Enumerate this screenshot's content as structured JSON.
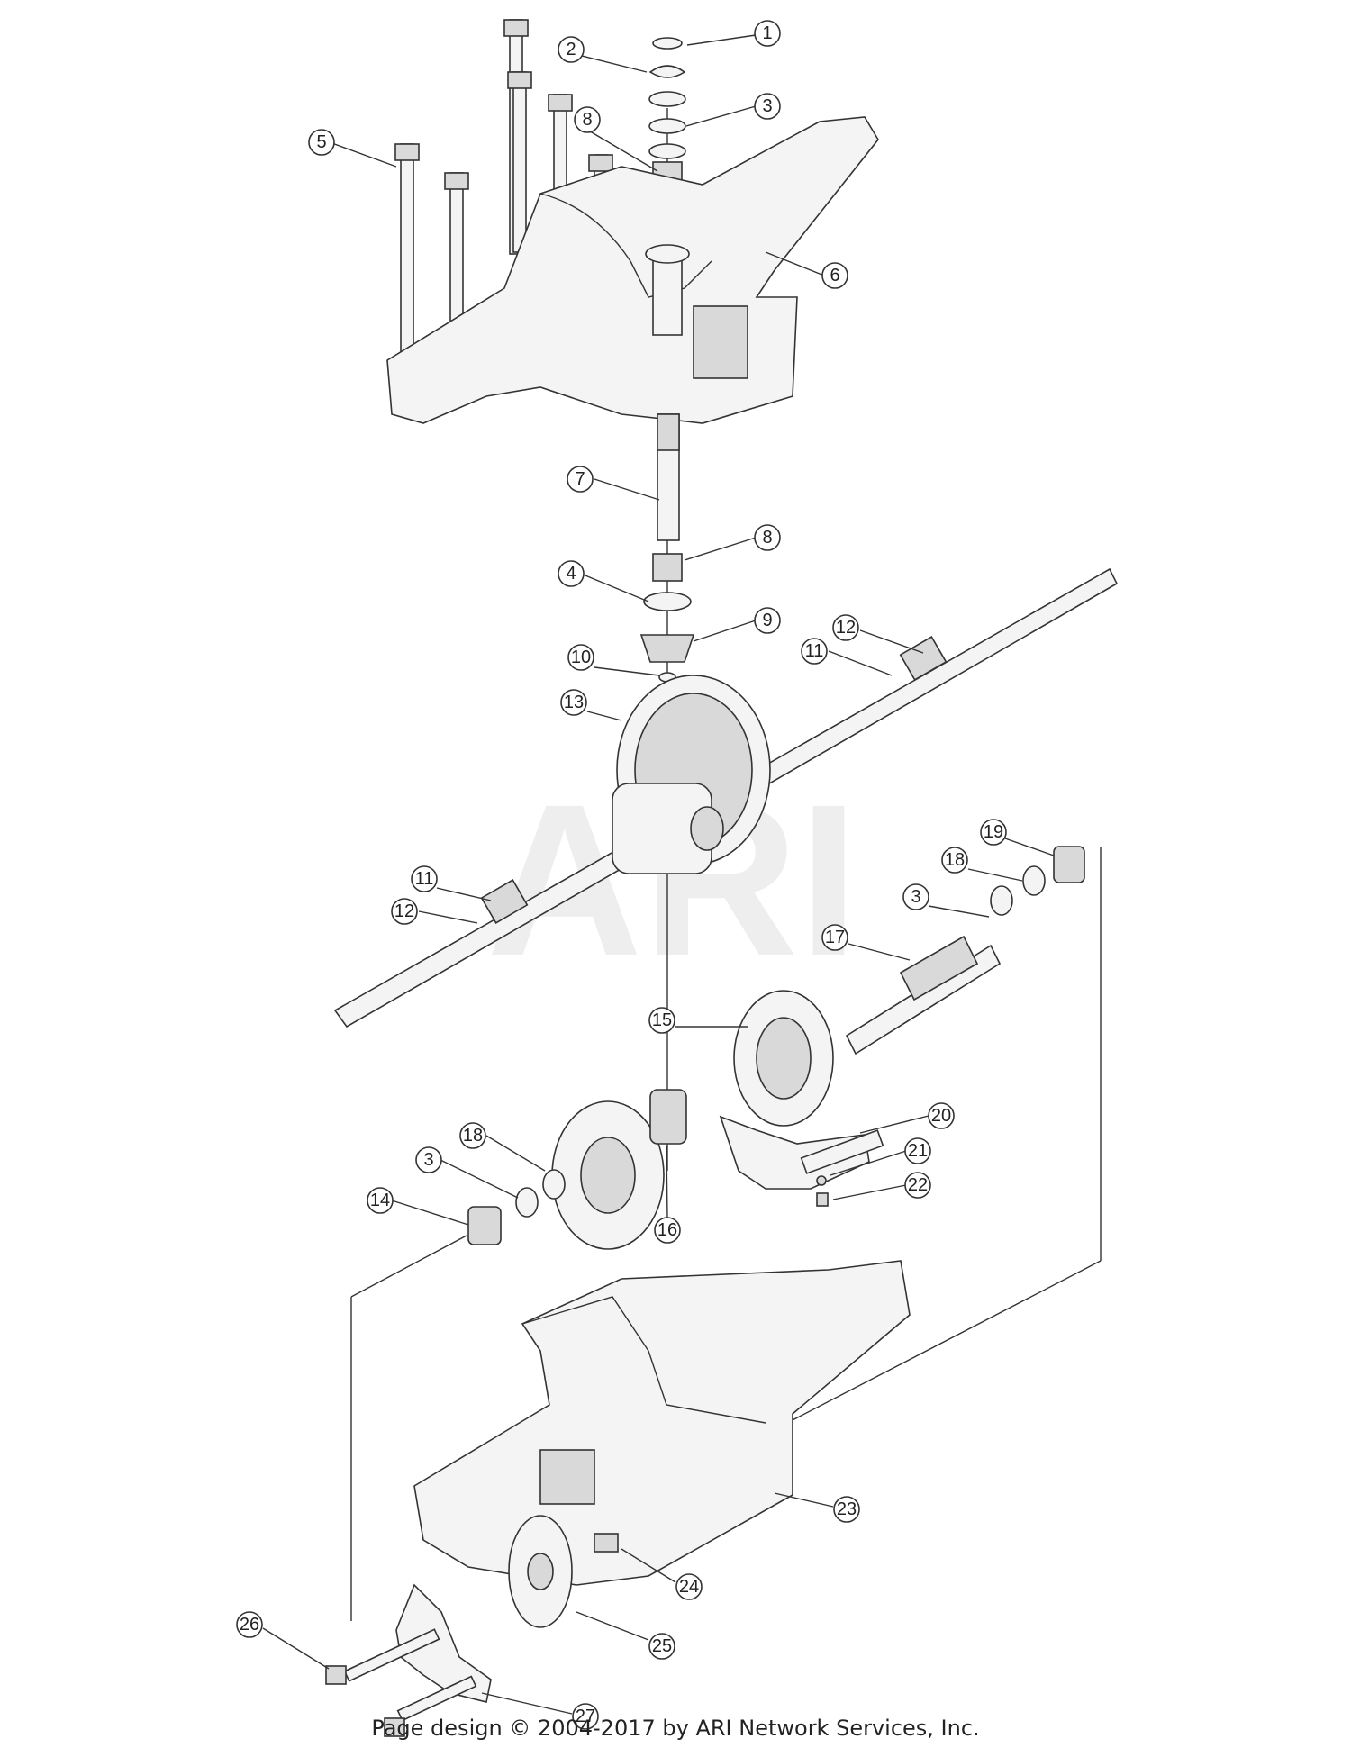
{
  "watermark": "ARI",
  "footer": "Page design © 2004-2017 by ARI Network Services, Inc.",
  "callouts": [
    "1",
    "2",
    "3",
    "8",
    "5",
    "6",
    "7",
    "8",
    "4",
    "9",
    "10",
    "12",
    "11",
    "13",
    "11",
    "12",
    "19",
    "18",
    "3",
    "17",
    "15",
    "20",
    "18",
    "21",
    "3",
    "22",
    "14",
    "16",
    "23",
    "24",
    "26",
    "25",
    "27"
  ]
}
